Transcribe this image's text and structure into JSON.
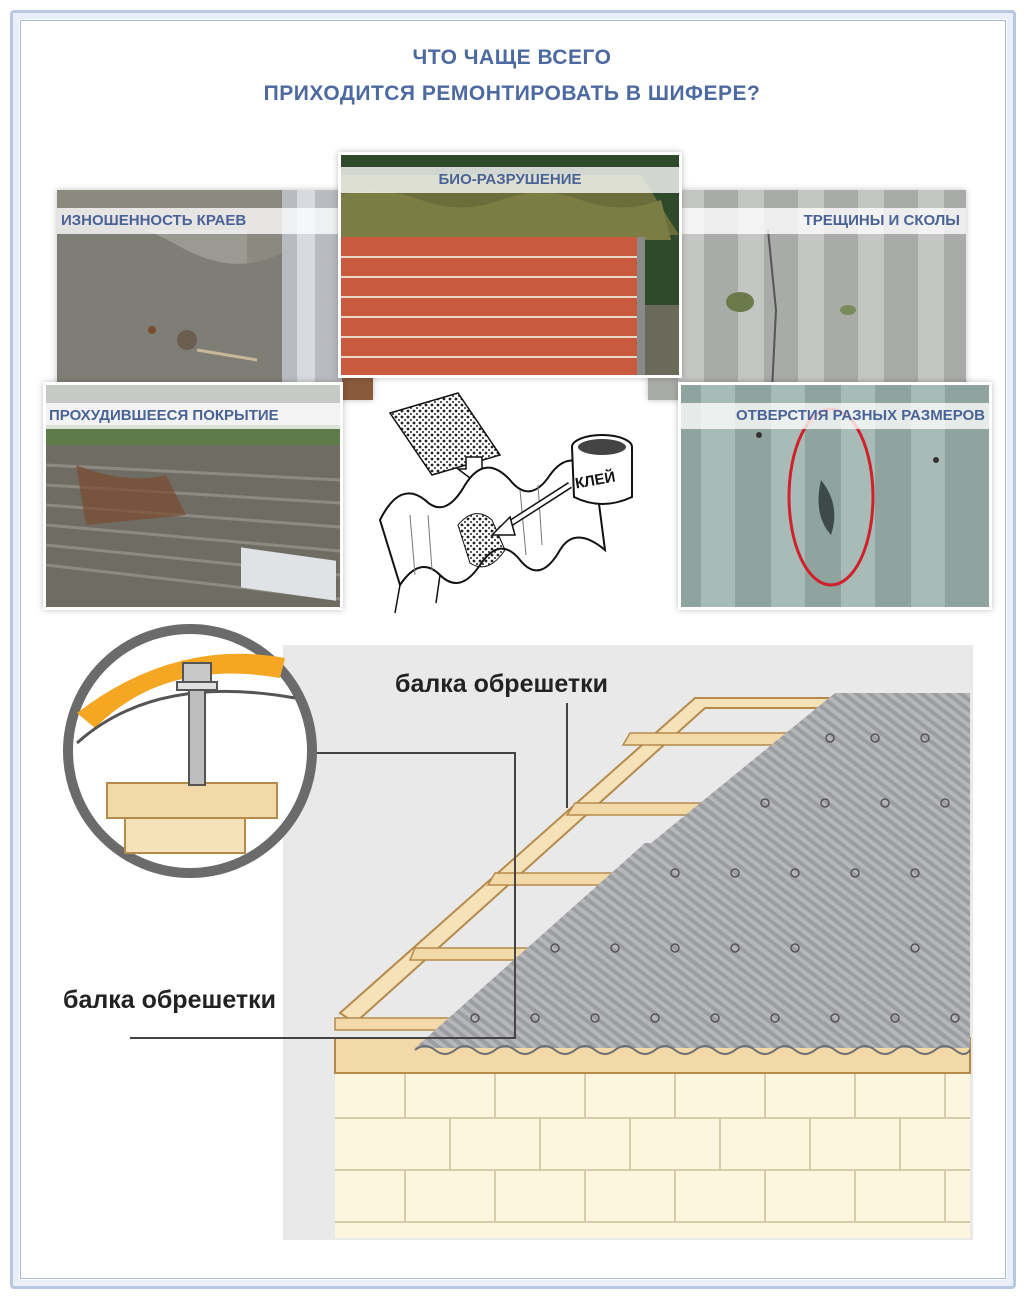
{
  "title": {
    "line1": "ЧТО ЧАЩЕ ВСЕГО",
    "line2": "ПРИХОДИТСЯ  РЕМОНТИРОВАТЬ  В ШИФЕРЕ?"
  },
  "photos": {
    "edges": "ИЗНОШЕННОСТЬ КРАЕВ",
    "bio": "БИО-РАЗРУШЕНИЕ",
    "cracks": "ТРЕЩИНЫ И СКОЛЫ",
    "leaky": "ПРОХУДИВШЕЕСЯ  ПОКРЫТИЕ",
    "holes": "ОТВЕРСТИЯ  РАЗНЫХ РАЗМЕРОВ"
  },
  "patch_diagram": {
    "glue_label": "КЛЕЙ"
  },
  "roof_diagram": {
    "label_top": "балка обрешетки",
    "label_left": "балка обрешетки"
  },
  "colors": {
    "title": "#4d6aa0",
    "caption": "#4a6396",
    "frame": "#b9c7e3",
    "accent_orange": "#f5a623",
    "circle_gray": "#6b6b6b"
  }
}
